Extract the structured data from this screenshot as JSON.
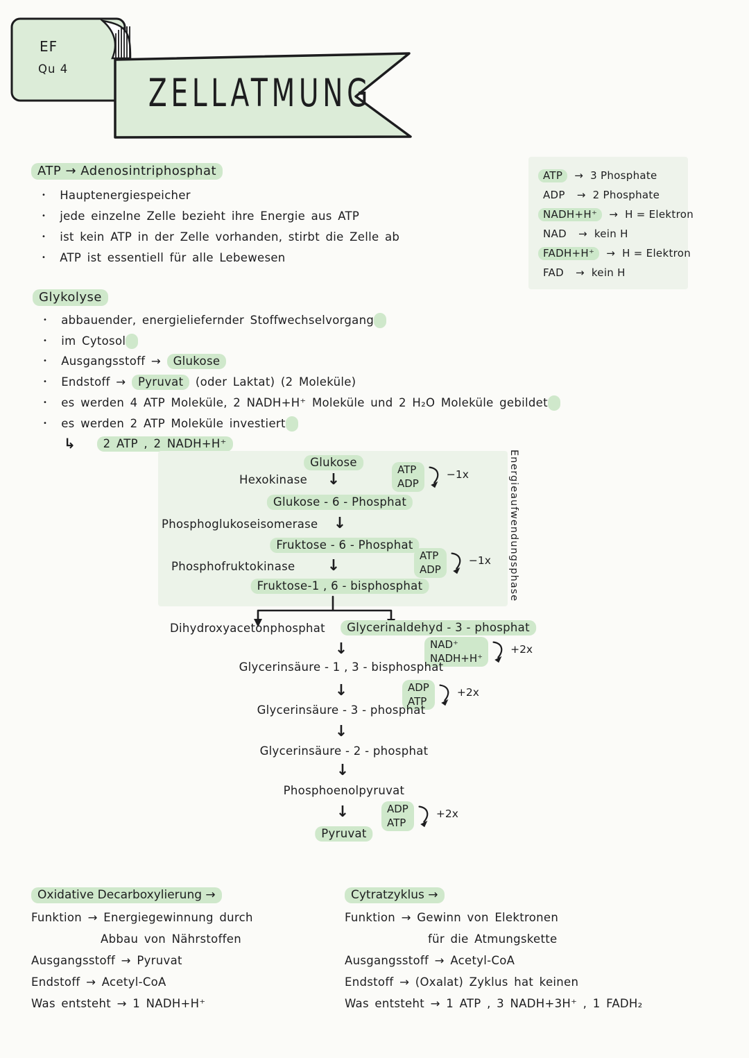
{
  "colors": {
    "paper": "#fbfbf8",
    "highlight": "#cfe8cb",
    "diagram_panel": "#ecf3e9",
    "reference_panel": "#eef3eb",
    "ink": "#1d1d1f"
  },
  "glyphs": {
    "arrow": "→",
    "down_arrow": "↓",
    "bullet": "•",
    "corner_arrow": "↳"
  },
  "header": {
    "tag_line1": "EF",
    "tag_line2": "Qu 4",
    "title": "ZELLATMUNG"
  },
  "atp": {
    "title": "ATP → Adenosintriphosphat",
    "bullets": [
      "Hauptenergiespeicher",
      "jede einzelne Zelle bezieht ihre Energie aus ATP",
      "ist kein ATP in der Zelle vorhanden, stirbt die Zelle ab",
      "ATP ist essentiell für alle Lebewesen"
    ]
  },
  "reference": {
    "rows": [
      {
        "term": "ATP",
        "desc": "3 Phosphate"
      },
      {
        "term": "ADP",
        "desc": "2 Phosphate"
      },
      {
        "term": "NADH+H⁺",
        "desc": "H = Elektron"
      },
      {
        "term": "NAD",
        "desc": "kein H"
      },
      {
        "term": "FADH+H⁺",
        "desc": "H = Elektron"
      },
      {
        "term": "FAD",
        "desc": "kein H"
      }
    ]
  },
  "glykolyse": {
    "title": "Glykolyse",
    "bullets": [
      {
        "pre": "abbauender, energieliefernder  Stoffwechselvorgang"
      },
      {
        "pre": "im Cytosol"
      },
      {
        "pre": "Ausgangsstoff  →  ",
        "hl": "Glukose"
      },
      {
        "pre": "Endstoff  →  ",
        "hl": "Pyruvat",
        "post": "  (oder Laktat)  (2 Moleküle)"
      },
      {
        "pre": "es werden   4 ATP Moleküle, 2 NADH+H⁺ Moleküle und 2 H₂O Moleküle gebildet"
      },
      {
        "pre": "es werden   2 ATP Moleküle investiert"
      }
    ],
    "result": "2 ATP , 2 NADH+H⁺"
  },
  "diagram": {
    "phase_label": "Energieaufwendungsphase",
    "nodes": {
      "glukose": "Glukose",
      "g6p": "Glukose - 6 - Phosphat",
      "f6p": "Fruktose - 6 -  Phosphat",
      "f16bp": "Fruktose-1 , 6 - bisphosphat",
      "dhap": "Dihydroxyacetonphosphat",
      "gap": "Glycerinaldehyd - 3 - phosphat",
      "gs13bp": "Glycerinsäure - 1 , 3 - bisphosphat",
      "gs3p": "Glycerinsäure - 3 - phosphat",
      "gs2p": "Glycerinsäure - 2 - phosphat",
      "pep": "Phosphoenolpyruvat",
      "pyruvat": "Pyruvat"
    },
    "enzymes": {
      "hexokinase": "Hexokinase",
      "isomerase": "Phosphoglukoseisomerase",
      "fruktokinase": "Phosphofruktokinase"
    },
    "annotations": [
      {
        "top": "ATP",
        "bottom": "ADP",
        "mult": "−1x"
      },
      {
        "top": "ATP",
        "bottom": "ADP",
        "mult": "−1x"
      },
      {
        "top": "NAD⁺",
        "bottom": "NADH+H⁺",
        "mult": "+2x"
      },
      {
        "top": "ADP",
        "bottom": "ATP",
        "mult": "+2x"
      },
      {
        "top": "ADP",
        "bottom": "ATP",
        "mult": "+2x"
      }
    ]
  },
  "oxidative": {
    "title": "Oxidative  Decarboxylierung  →",
    "lines": [
      "Funktion → Energiegewinnung  durch",
      "Abbau  von  Nährstoffen",
      "Ausgangsstoff →  Pyruvat",
      "Endstoff →   Acetyl-CoA",
      "Was entsteht →    1 NADH+H⁺"
    ]
  },
  "cytrat": {
    "title": "Cytratzyklus   →",
    "lines": [
      "Funktion →   Gewinn   von   Elektronen",
      "für  die  Atmungskette",
      "Ausgangsstoff →  Acetyl-CoA",
      "Endstoff →   (Oxalat)  Zyklus hat keinen",
      "Was entsteht →   1 ATP , 3 NADH+3H⁺ , 1 FADH₂"
    ]
  }
}
